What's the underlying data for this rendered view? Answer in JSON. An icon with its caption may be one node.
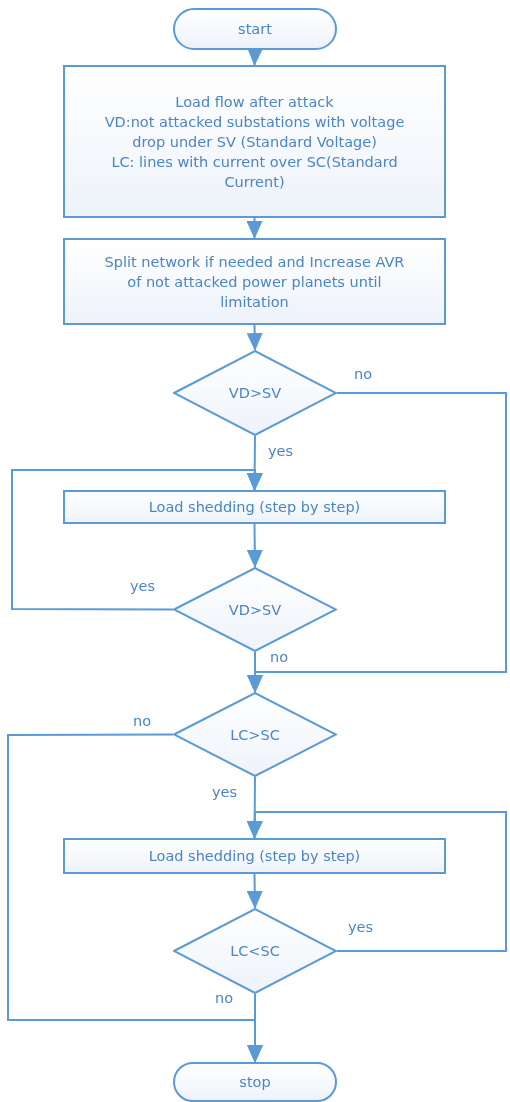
{
  "diagram": {
    "nodes": [
      {
        "text": [
          "start"
        ]
      },
      {
        "text": [
          "Load flow after attack",
          "VD:not attacked substations with voltage drop under SV (Standard Voltage)",
          "LC: lines with current over SC(Standard Current)"
        ]
      },
      {
        "text": [
          "Split network if needed and Increase AVR of not attacked power planets until limitation"
        ]
      },
      {
        "text": [
          "VD>SV"
        ]
      },
      {
        "text": [
          "Load shedding (step by step)"
        ]
      },
      {
        "text": [
          "VD>SV"
        ]
      },
      {
        "text": [
          "LC>SC"
        ]
      },
      {
        "text": [
          "Load shedding (step by step)"
        ]
      },
      {
        "text": [
          "LC<SC"
        ]
      },
      {
        "text": [
          "stop"
        ]
      }
    ],
    "edges": [
      {
        "from": 0,
        "to": 1,
        "arrow": "to"
      },
      {
        "from": 1,
        "to": 2,
        "arrow": "to"
      },
      {
        "from": 2,
        "to": 3,
        "arrow": "to"
      },
      {
        "from": 3,
        "to": 6,
        "arrow": "to",
        "label": "no"
      },
      {
        "from": 3,
        "to": 4,
        "arrow": "to",
        "label": "yes"
      },
      {
        "from": 4,
        "to": 5,
        "arrow": "to"
      },
      {
        "from": 5,
        "to": 4,
        "arrow": "to",
        "label": "yes"
      },
      {
        "from": 5,
        "to": 6,
        "arrow": "to",
        "label": "no"
      },
      {
        "from": 6,
        "to": 9,
        "arrow": "to",
        "label": "no"
      },
      {
        "from": 6,
        "to": 7,
        "arrow": "to",
        "label": "yes"
      },
      {
        "from": 7,
        "to": 8,
        "arrow": "to"
      },
      {
        "from": 8,
        "to": 7,
        "arrow": "to",
        "label": "yes"
      },
      {
        "from": 8,
        "to": 9,
        "arrow": "to",
        "label": "no"
      }
    ]
  }
}
